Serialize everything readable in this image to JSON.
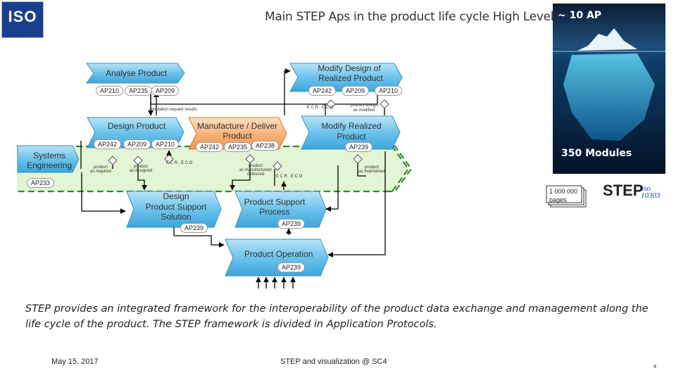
{
  "title": "Main STEP Aps in the product life cycle High Level A",
  "logo": {
    "text": "ISO"
  },
  "processes": {
    "analyse": {
      "label": "Analyse Product",
      "aps": [
        "AP210",
        "AP235",
        "AP209"
      ]
    },
    "modify_design": {
      "label_line1": "Modify Design of",
      "label_line2": "Realized Product",
      "aps": [
        "AP242",
        "AP209",
        "AP210"
      ]
    },
    "design": {
      "label": "Design Product",
      "aps": [
        "AP242",
        "AP209",
        "AP210"
      ]
    },
    "manufacture": {
      "label_line1": "Manufacture / Deliver",
      "label_line2": "Product",
      "aps": [
        "AP242",
        "AP235",
        "AP238"
      ]
    },
    "modify_realized": {
      "label_line1": "Modify Realized",
      "label_line2": "Product",
      "aps": [
        "AP239"
      ]
    },
    "systems": {
      "label_line1": "Systems",
      "label_line2": "Engineering",
      "aps": [
        "AP233"
      ]
    },
    "design_support": {
      "label_line1": "Design",
      "label_line2": "Product Support",
      "label_line3": "Solution",
      "aps": [
        "AP239"
      ]
    },
    "support_process": {
      "label_line1": "Product Support",
      "label_line2": "Process",
      "aps": [
        "AP239"
      ]
    },
    "operation": {
      "label": "Product Operation",
      "aps": [
        "AP239"
      ]
    }
  },
  "flow_labels": {
    "simulation": "simulation request results",
    "ecr1": "E C R , E C O",
    "design_modified_1": "product design",
    "design_modified_2": "as modified",
    "required_1": "product",
    "required_2": "as required",
    "designed_1": "product",
    "designed_2": "as designed",
    "ecr2": "E C R , E C O",
    "manufactured_1": "product",
    "manufactured_2": "as manufactured/",
    "manufactured_3": "delivered",
    "ecr3": "E C R , E C O",
    "maintained_1": "product",
    "maintained_2": "as maintained"
  },
  "iceberg": {
    "top": "~ 10 AP",
    "bottom": "350 Modules"
  },
  "pages": {
    "line1": "1 000 000",
    "line2": "pages"
  },
  "step_logo": {
    "text": "STEP",
    "iso": "iso",
    "num": "10303"
  },
  "description": "STEP provides an integrated framework for the interoperability of the product data exchange and management along the life cycle of the product. The STEP framework is divided in Application Protocols.",
  "footer": {
    "date": "May 15, 2017",
    "center": "STEP and visualization @ SC4",
    "page": "9"
  },
  "colors": {
    "process_blue": "#5bb8e6",
    "process_orange": "#f4a460",
    "band_green": "#e2f5d4",
    "dash_green": "#2e8b2e",
    "iso_blue": "#1b3f8f"
  }
}
